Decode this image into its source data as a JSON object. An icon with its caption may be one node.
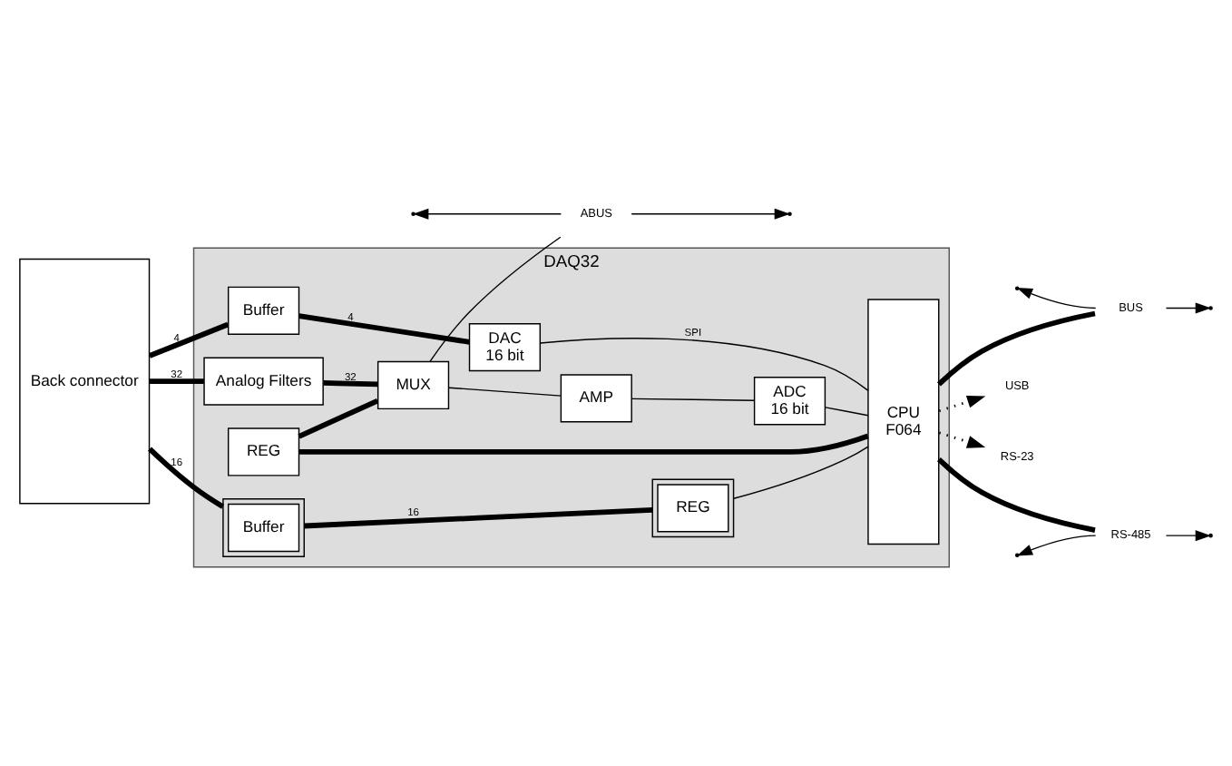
{
  "diagram": {
    "nodes": [
      {
        "text": [
          "DAQ32"
        ]
      },
      {
        "text": [
          "Back connector"
        ]
      },
      {
        "text": [
          "Buffer"
        ],
        "in": 0
      },
      {
        "text": [
          "DAC",
          "16 bit"
        ],
        "in": 0
      },
      {
        "text": [
          "Buffer"
        ],
        "in": 0
      },
      {
        "text": [
          "REG"
        ],
        "in": 0
      },
      {
        "text": [
          "REG"
        ],
        "in": 0
      },
      {
        "text": [
          "CPU",
          "F064"
        ],
        "in": 0
      },
      {
        "text": [
          "Analog Filters"
        ],
        "in": 0
      },
      {
        "text": [
          "MUX"
        ],
        "in": 0
      },
      {
        "text": [
          "AMP"
        ],
        "in": 0
      },
      {
        "text": [
          "ADC",
          "16 bit"
        ],
        "in": 0
      },
      {
        "text": [
          "USB"
        ]
      },
      {
        "text": [
          "RS-23"
        ]
      },
      {
        "text": [
          "BUS"
        ]
      },
      {
        "text": [
          "RS-485"
        ]
      },
      {
        "text": [
          "ABUS"
        ]
      }
    ],
    "edges": [
      {
        "from": 1,
        "to": 2,
        "arrow": "none",
        "label": "4",
        "style": "thick"
      },
      {
        "from": 2,
        "to": 3,
        "arrow": "none",
        "label": "4",
        "style": "thick"
      },
      {
        "from": 1,
        "to": 4,
        "arrow": "none",
        "label": "16",
        "style": "thick"
      },
      {
        "from": 4,
        "to": 5,
        "arrow": "none",
        "label": "16",
        "style": "thick"
      },
      {
        "from": 3,
        "to": 7,
        "arrow": "none",
        "label": "SPI"
      },
      {
        "from": 5,
        "to": 7,
        "arrow": "none"
      },
      {
        "from": 6,
        "to": 7,
        "arrow": "none",
        "style": "thick"
      },
      {
        "from": 6,
        "to": 9,
        "arrow": "none",
        "style": "thick"
      },
      {
        "from": 1,
        "to": 8,
        "arrow": "none",
        "label": "32",
        "style": "thick"
      },
      {
        "from": 8,
        "to": 9,
        "arrow": "none",
        "label": "32",
        "style": "thick"
      },
      {
        "from": 9,
        "to": 10,
        "arrow": "none"
      },
      {
        "from": 10,
        "to": 11,
        "arrow": "none"
      },
      {
        "from": 11,
        "to": 7,
        "arrow": "none"
      },
      {
        "from": 7,
        "to": 12,
        "arrow": "to",
        "style": "dashed"
      },
      {
        "from": 7,
        "to": 13,
        "arrow": "to",
        "style": "dashed"
      },
      {
        "from": 7,
        "to": 14,
        "arrow": "none",
        "style": "thick"
      },
      {
        "from": 7,
        "to": 15,
        "arrow": "none",
        "style": "thick"
      },
      {
        "from": 9,
        "to": 16,
        "arrow": "none"
      },
      {
        "from": 14,
        "to": null,
        "arrow": "to"
      },
      {
        "from": 14,
        "to": null,
        "arrow": "to"
      },
      {
        "from": 15,
        "to": null,
        "arrow": "to"
      },
      {
        "from": 15,
        "to": null,
        "arrow": "to"
      },
      {
        "from": 16,
        "to": null,
        "arrow": "to"
      },
      {
        "from": 16,
        "to": null,
        "arrow": "to"
      }
    ]
  }
}
